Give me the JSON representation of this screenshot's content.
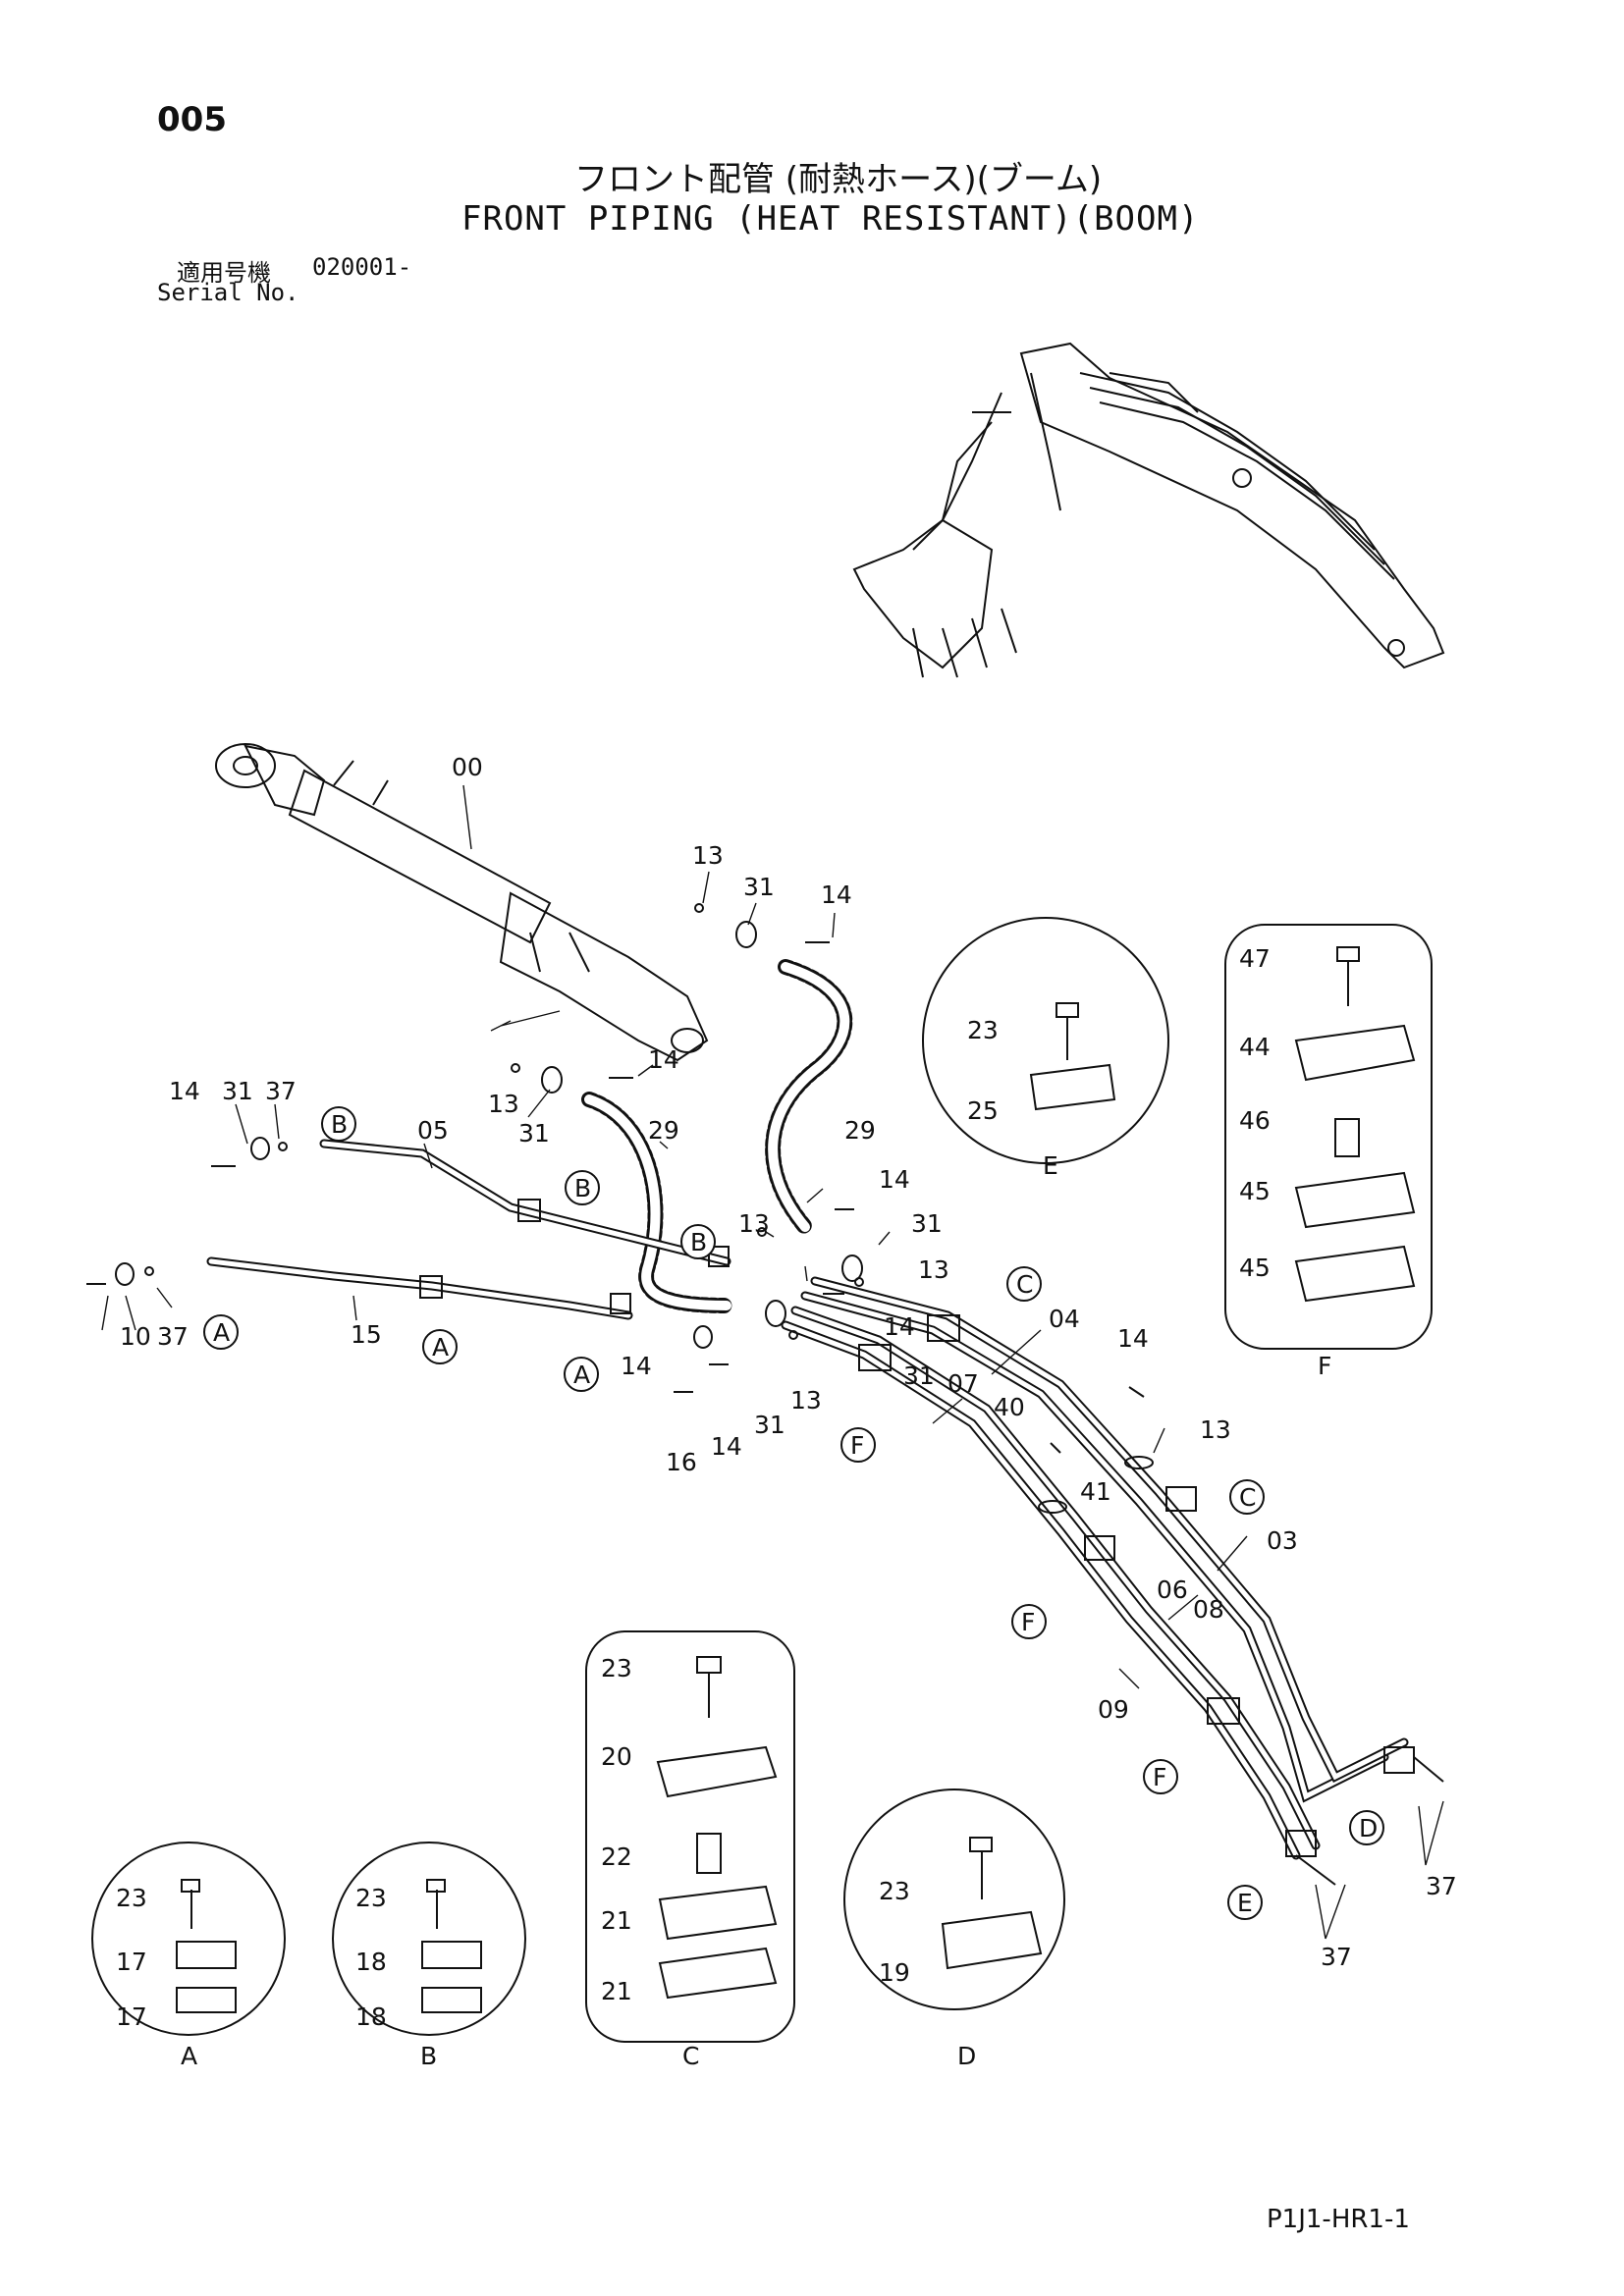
{
  "header": {
    "page_number": "005",
    "title_jp": "フロント配管 (耐熱ホース)(ブーム)",
    "title_en": "FRONT PIPING (HEAT RESISTANT)(BOOM)",
    "serial_label_jp": "適用号機",
    "serial_label_en": "Serial No.",
    "serial_value": "020001-"
  },
  "footer": {
    "doc_code": "P1J1-HR1-1"
  },
  "callouts": [
    {
      "text": "00"
    },
    {
      "text": "13"
    },
    {
      "text": "31"
    },
    {
      "text": "14"
    },
    {
      "text": "13"
    },
    {
      "text": "14"
    },
    {
      "text": "31"
    },
    {
      "text": "14"
    },
    {
      "text": "31"
    },
    {
      "text": "37"
    },
    {
      "text": "05"
    },
    {
      "text": "29"
    },
    {
      "text": "29"
    },
    {
      "text": "14"
    },
    {
      "text": "13"
    },
    {
      "text": "31"
    },
    {
      "text": "13"
    },
    {
      "text": "14"
    },
    {
      "text": "31"
    },
    {
      "text": "37"
    },
    {
      "text": "10"
    },
    {
      "text": "15"
    },
    {
      "text": "14"
    },
    {
      "text": "16"
    },
    {
      "text": "14"
    },
    {
      "text": "31"
    },
    {
      "text": "13"
    },
    {
      "text": "04"
    },
    {
      "text": "07"
    },
    {
      "text": "40"
    },
    {
      "text": "14"
    },
    {
      "text": "13"
    },
    {
      "text": "41"
    },
    {
      "text": "06"
    },
    {
      "text": "03"
    },
    {
      "text": "08"
    },
    {
      "text": "09"
    },
    {
      "text": "37"
    },
    {
      "text": "37"
    }
  ],
  "ref_markers": [
    {
      "text": "B"
    },
    {
      "text": "B"
    },
    {
      "text": "B"
    },
    {
      "text": "A"
    },
    {
      "text": "A"
    },
    {
      "text": "A"
    },
    {
      "text": "C"
    },
    {
      "text": "F"
    },
    {
      "text": "C"
    },
    {
      "text": "F"
    },
    {
      "text": "F"
    },
    {
      "text": "E"
    },
    {
      "text": "D"
    }
  ],
  "detail_views": [
    {
      "label": "A",
      "parts": [
        "23",
        "17",
        "17"
      ]
    },
    {
      "label": "B",
      "parts": [
        "23",
        "18",
        "18"
      ]
    },
    {
      "label": "C",
      "parts": [
        "23",
        "20",
        "22",
        "21",
        "21"
      ]
    },
    {
      "label": "D",
      "parts": [
        "23",
        "19"
      ]
    },
    {
      "label": "E",
      "parts": [
        "23",
        "25"
      ]
    },
    {
      "label": "F",
      "parts": [
        "47",
        "44",
        "46",
        "45",
        "45"
      ]
    }
  ]
}
